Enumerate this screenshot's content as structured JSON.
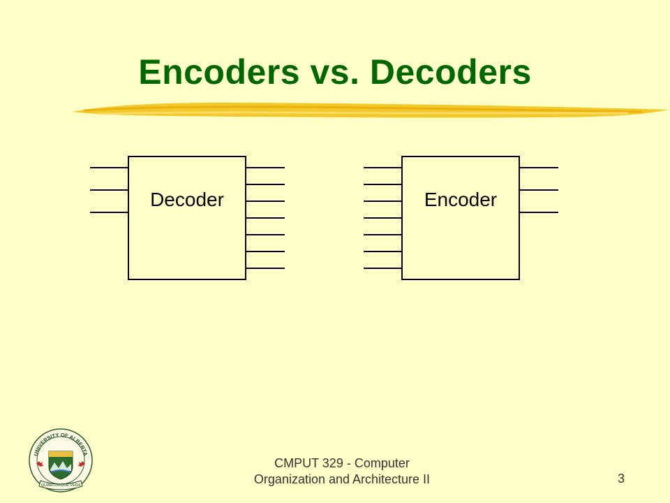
{
  "slide": {
    "title": "Encoders vs. Decoders",
    "page_number": "3",
    "footer": {
      "line1": "CMPUT 329 - Computer",
      "line2": "Organization and Architecture II"
    },
    "logo": {
      "ring_text_top": "UNIVERSITY OF ALBERTA",
      "motto": "QUAECUMQUE VERA"
    }
  },
  "diagram": {
    "decoder": {
      "label": "Decoder",
      "inputs": 3,
      "outputs": 7
    },
    "encoder": {
      "label": "Encoder",
      "inputs": 7,
      "outputs": 3
    }
  },
  "colors": {
    "background": "#ffffc8",
    "title": "#006600",
    "brush": "#f2c21a"
  }
}
